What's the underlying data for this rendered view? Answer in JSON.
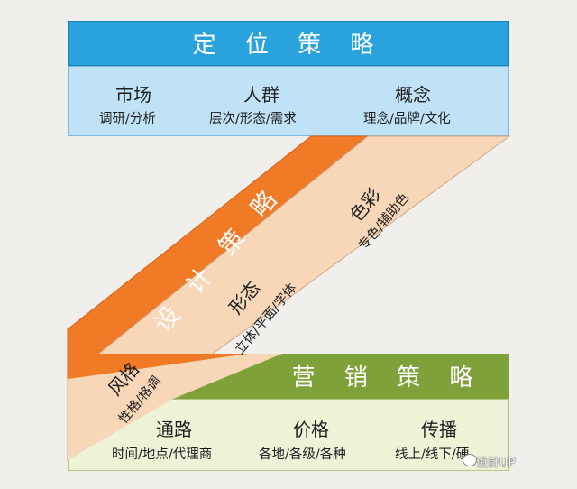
{
  "positioning": {
    "title": "定 位 策 略",
    "items": [
      {
        "heading": "市场",
        "detail": "调研/分析"
      },
      {
        "heading": "人群",
        "detail": "层次/形态/需求"
      },
      {
        "heading": "概念",
        "detail": "理念/品牌/文化"
      }
    ]
  },
  "design": {
    "title": "设 计 策 略",
    "items": [
      {
        "heading": "风格",
        "detail": "性格/格调"
      },
      {
        "heading": "形态",
        "detail": "立体/平面/字体"
      },
      {
        "heading": "色彩",
        "detail": "专色/辅助色"
      }
    ]
  },
  "marketing": {
    "title": "营 销 策 略",
    "items": [
      {
        "heading": "通路",
        "detail": "时间/地点/代理商"
      },
      {
        "heading": "价格",
        "detail": "各地/各级/各种"
      },
      {
        "heading": "传播",
        "detail": "线上/线下/硬"
      }
    ]
  },
  "watermark": "设計UP",
  "colors": {
    "positioning_head": "#2aa2dc",
    "positioning_body": "#bfe2f6",
    "design_head": "#f07a26",
    "design_body": "#f8d7b8",
    "marketing_head": "#7fa13a",
    "marketing_body": "#eef3d8"
  }
}
